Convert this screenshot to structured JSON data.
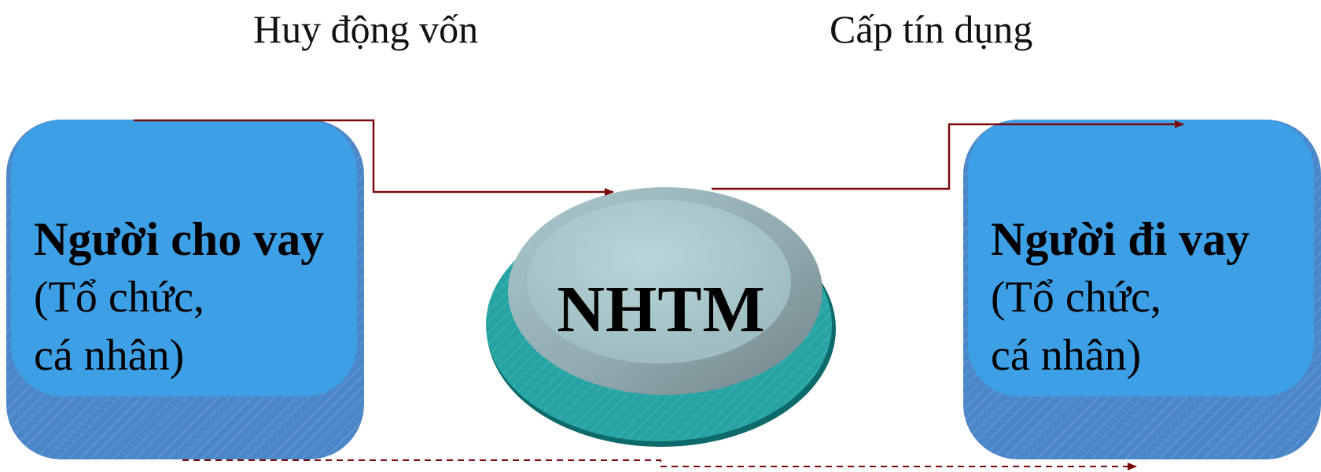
{
  "labels": {
    "mobilize": "Huy động vốn",
    "credit": "Cấp tín dụng"
  },
  "lender": {
    "name": "Người cho vay",
    "line1": "(Tổ chức,",
    "line2": "cá nhân)"
  },
  "borrower": {
    "name": "Người đi vay",
    "line1": "(Tổ chức,",
    "line2": "cá nhân)"
  },
  "bank": {
    "name": "NHTM"
  },
  "colors": {
    "box_front": "#3d9fe6",
    "box_back": "#4a86c8",
    "bank_base": "#2aa6a6",
    "bank_top": "#9bb7bc",
    "arrow": "#7a0a0a"
  }
}
